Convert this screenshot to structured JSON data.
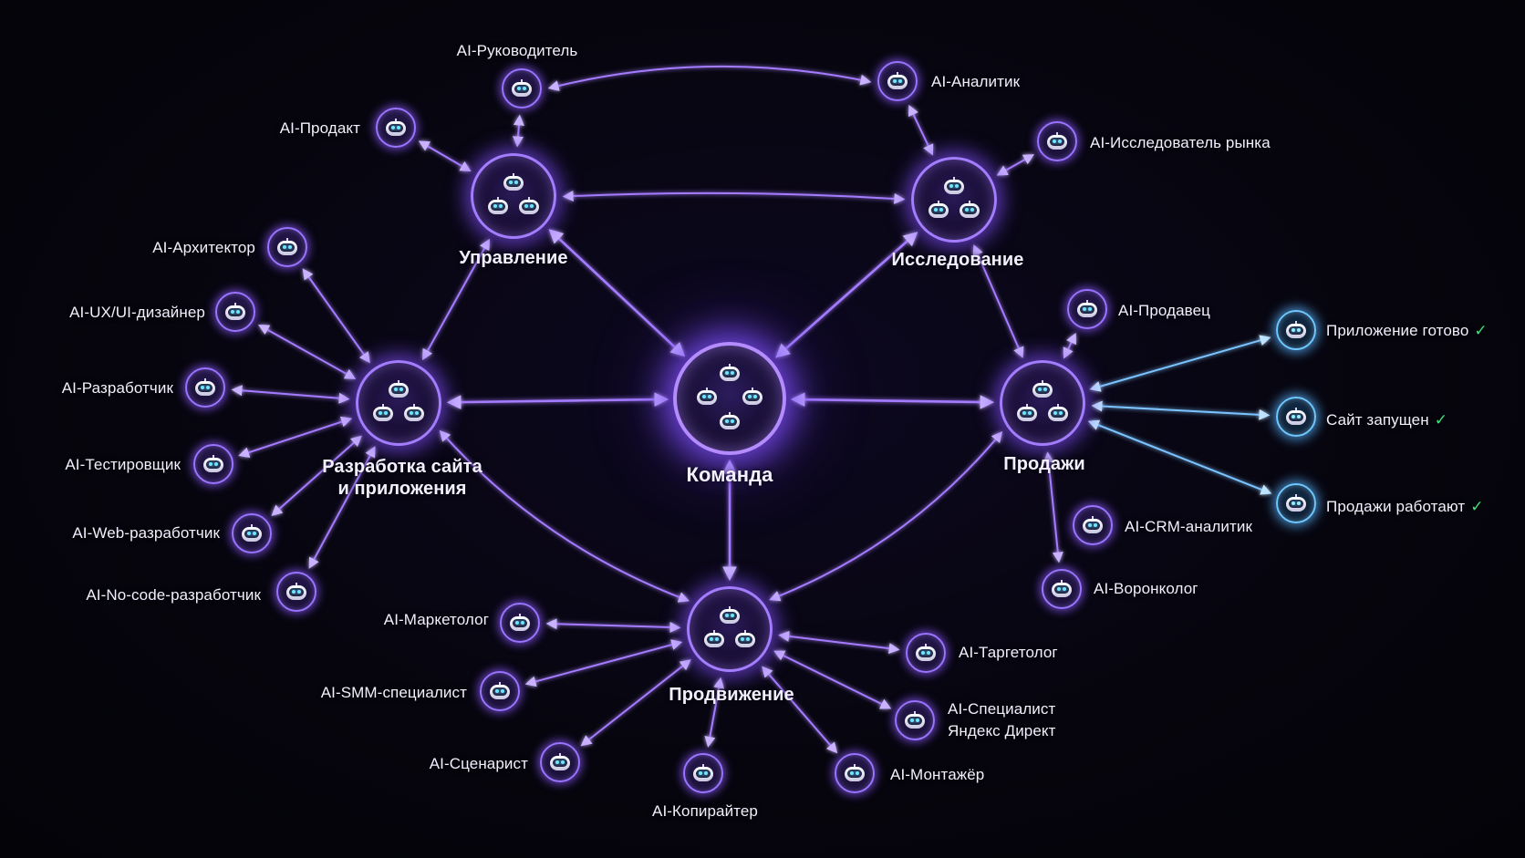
{
  "colors": {
    "link": "#a57cff",
    "link_result": "#7cc4ff",
    "check": "#3ee07c"
  },
  "core": {
    "label": "Команда"
  },
  "hubs": {
    "management": "Управление",
    "research": "Исследование",
    "dev": "Разработка сайта\nи приложения",
    "sales": "Продажи",
    "promo": "Продвижение"
  },
  "agents": {
    "lead": "AI-Руководитель",
    "product": "AI-Продакт",
    "analyst": "AI-Аналитик",
    "market": "AI-Исследователь рынка",
    "architect": "AI-Архитектор",
    "ux": "AI-UX/UI-дизайнер",
    "developer": "AI-Разработчик",
    "tester": "AI-Тестировщик",
    "web": "AI-Web-разработчик",
    "nocode": "AI-No-code-разработчик",
    "seller": "AI-Продавец",
    "crm": "AI-CRM-аналитик",
    "funnel": "AI-Воронколог",
    "marketer": "AI-Маркетолог",
    "smm": "AI-SMM-специалист",
    "scriptwriter": "AI-Сценарист",
    "copywriter": "AI-Копирайтер",
    "editor": "AI-Монтажёр",
    "direct": "AI-Специалист\nЯндекс Директ",
    "targeting": "AI-Таргетолог"
  },
  "results": {
    "app_ready": "Приложение готово",
    "site_launched": "Сайт запущен",
    "sales_working": "Продажи работают",
    "check_mark": "✓"
  }
}
